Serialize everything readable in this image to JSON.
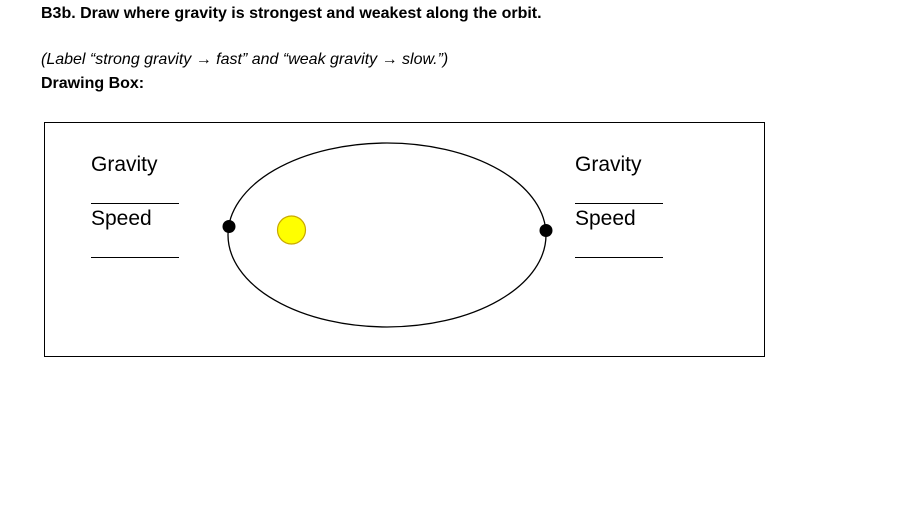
{
  "question": {
    "heading": "B3b. Draw where gravity is strongest and weakest along the orbit.",
    "instruction": "(Label “strong gravity → fast” and “weak gravity → slow.”)",
    "drawing_box_label": "Drawing Box:"
  },
  "left_fields": {
    "gravity_label": "Gravity",
    "speed_label": "Speed"
  },
  "right_fields": {
    "gravity_label": "Gravity",
    "speed_label": "Speed"
  },
  "colors": {
    "sun_fill": "#FFFF00",
    "sun_stroke": "#C9A800",
    "planet_fill": "#000000",
    "line": "#000000"
  },
  "icons": {
    "sun": "sun-icon",
    "planet": "planet-dot-icon"
  }
}
